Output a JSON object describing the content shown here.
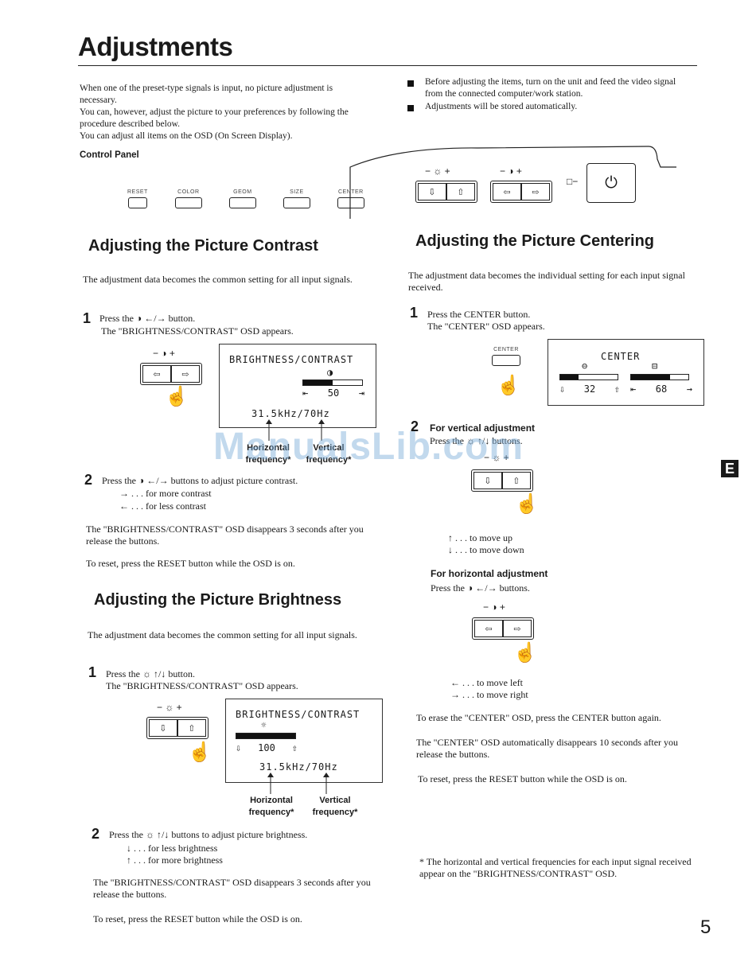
{
  "page": {
    "title": "Adjustments",
    "number": "5",
    "lang_badge": "E"
  },
  "intro": [
    "When one of the preset-type signals is input, no picture adjustment is necessary.",
    "You can, however, adjust the picture to your preferences by following the procedure described below.",
    "You can adjust all items on the OSD (On Screen Display)."
  ],
  "bullets": [
    "Before adjusting the items, turn on the unit and feed the video signal from the connected computer/work station.",
    "Adjustments will be stored automatically."
  ],
  "control_panel": {
    "label": "Control Panel",
    "buttons": [
      "RESET",
      "COLOR",
      "GEOM",
      "SIZE",
      "CENTER"
    ],
    "brightness_symbol": "− ☼ +",
    "contrast_symbol": "− ◑ +",
    "power_icon": "⏻"
  },
  "contrast": {
    "heading": "Adjusting the Picture Contrast",
    "intro": "The adjustment data becomes the common setting for all input signals.",
    "step1_num": "1",
    "step1_text": "Press the ◑ ←/→ button.",
    "step1_sub": "The \"BRIGHTNESS/CONTRAST\" OSD appears.",
    "buttons_symbol": "− ◑ +",
    "osd_title": "BRIGHTNESS/CONTRAST",
    "osd_value": "50",
    "osd_level": 0.5,
    "osd_freq": "31.5kHz/70Hz",
    "freq_h": "Horizontal frequency*",
    "freq_v": "Vertical frequency*",
    "step2_num": "2",
    "step2_text": "Press the ◑ ←/→ buttons to adjust picture contrast.",
    "more": "→ . . . for more contrast",
    "less": "← . . . for less contrast",
    "note1": "The \"BRIGHTNESS/CONTRAST\" OSD disappears 3 seconds after you release the buttons.",
    "note2": "To reset, press the RESET button while the OSD is on."
  },
  "brightness": {
    "heading": "Adjusting the Picture Brightness",
    "intro": "The adjustment data becomes the common setting for all input signals.",
    "step1_num": "1",
    "step1_text": "Press the ☼ ↑/↓ button.",
    "step1_sub": "The \"BRIGHTNESS/CONTRAST\" OSD appears.",
    "buttons_symbol": "− ☼ +",
    "osd_title": "BRIGHTNESS/CONTRAST",
    "osd_value": "100",
    "osd_level": 1.0,
    "osd_freq": "31.5kHz/70Hz",
    "freq_h": "Horizontal frequency*",
    "freq_v": "Vertical frequency*",
    "step2_num": "2",
    "step2_text": "Press the ☼ ↑/↓ buttons to adjust picture brightness.",
    "less": "↓ . . . for less brightness",
    "more": "↑ . . . for more brightness",
    "note1": "The \"BRIGHTNESS/CONTRAST\" OSD disappears 3 seconds after you release the buttons.",
    "note2": "To reset, press the RESET button while the OSD is on."
  },
  "centering": {
    "heading": "Adjusting the Picture Centering",
    "intro": "The adjustment data becomes the individual setting for each input signal received.",
    "step1_num": "1",
    "step1_text": "Press the CENTER button.",
    "step1_sub": "The \"CENTER\" OSD appears.",
    "center_btn_label": "CENTER",
    "osd_title": "CENTER",
    "h_value": "32",
    "v_value": "68",
    "h_level": 0.32,
    "v_level": 0.68,
    "step2_num": "2",
    "vert_heading": "For vertical adjustment",
    "vert_text": "Press the ☼ ↑/↓ buttons.",
    "vert_symbol": "− ☼ +",
    "up": "↑ . . . to move up",
    "down": "↓ . . . to move down",
    "horiz_heading": "For horizontal adjustment",
    "horiz_text": "Press the ◑ ←/→ buttons.",
    "horiz_symbol": "− ◑ +",
    "left": "← . . . to move left",
    "right": "→ . . . to move right",
    "note1": "To erase the \"CENTER\" OSD, press the CENTER button again.",
    "note2": "The \"CENTER\" OSD automatically disappears 10 seconds after you release the buttons.",
    "note3": "To reset, press the RESET button while the OSD is on."
  },
  "footnote": "* The horizontal and vertical frequencies for each input signal received appear on the \"BRIGHTNESS/CONTRAST\" OSD.",
  "watermark": "ManualsLib.com"
}
